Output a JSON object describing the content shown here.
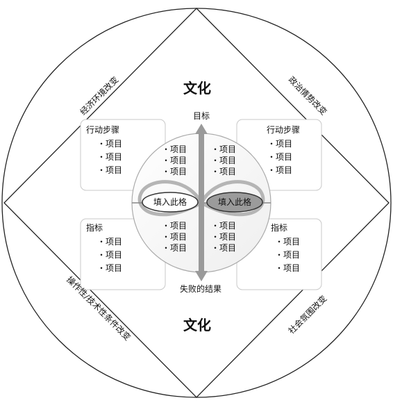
{
  "culture_top": "文化",
  "culture_bottom": "文化",
  "diag_tl": "经济环境改变",
  "diag_tr": "政治情势改变",
  "diag_bl": "操作性/技术性条件改变",
  "diag_br": "社会氛围改变",
  "axis_top": "目标",
  "axis_bottom": "失败的结果",
  "fill_left": "填入此格",
  "fill_right": "填入此格",
  "box_tl": {
    "title": "行动步骤",
    "items": [
      "・项目",
      "・项目",
      "・项目"
    ]
  },
  "box_tr": {
    "title": "行动步骤",
    "items": [
      "・项目",
      "・项目",
      "・项目"
    ]
  },
  "box_bl": {
    "title": "指标",
    "items": [
      "・项目",
      "・项目",
      "・项目"
    ]
  },
  "box_br": {
    "title": "指标",
    "items": [
      "・项目",
      "・项目",
      "・项目"
    ]
  },
  "inner_tl": [
    "・项目",
    "・项目",
    "・项目"
  ],
  "inner_tr": [
    "・项目",
    "・项目",
    "・项目"
  ],
  "inner_bl": [
    "・项目",
    "・项目",
    "・项目"
  ],
  "inner_br": [
    "・项目",
    "・项目",
    "・项目"
  ],
  "colors": {
    "line": "#222222",
    "box_border": "#c8c8c8",
    "arrow": "#9a9a9a",
    "oval_fill": "#9b9b9b"
  }
}
